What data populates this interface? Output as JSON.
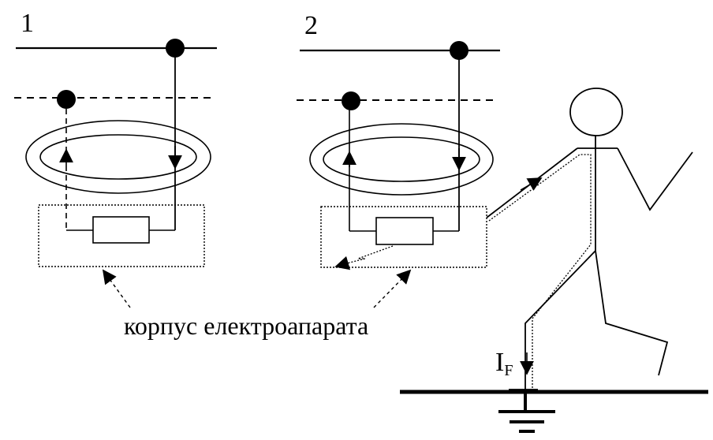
{
  "diagram": {
    "panel_1_number": "1",
    "panel_2_number": "2",
    "housing_caption": "корпус електроапарата",
    "fault_current": {
      "symbol": "I",
      "subscript": "F"
    },
    "colors": {
      "stroke": "#000000",
      "background": "#ffffff"
    }
  }
}
